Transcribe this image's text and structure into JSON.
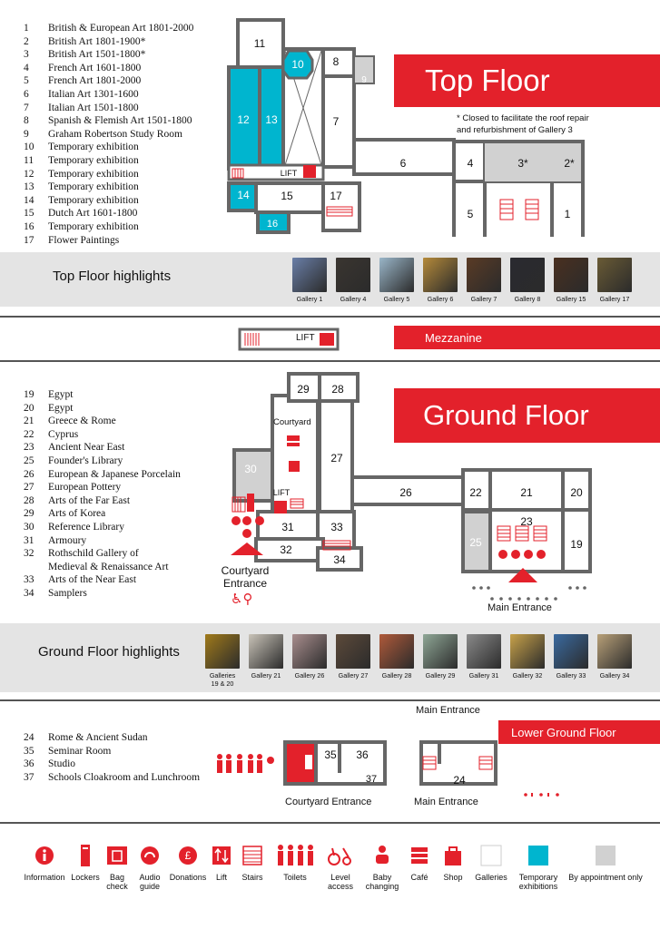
{
  "top_floor": {
    "banner": "Top Floor",
    "note": [
      "* Closed to facilitate the roof repair",
      "and refurbishment of Gallery 3"
    ],
    "galleries": [
      {
        "num": "1",
        "name": "British & European Art  1801-2000"
      },
      {
        "num": "2",
        "name": "British Art  1801-1900*"
      },
      {
        "num": "3",
        "name": "British Art  1501-1800*"
      },
      {
        "num": "4",
        "name": "French Art  1601-1800"
      },
      {
        "num": "5",
        "name": "French Art  1801-2000"
      },
      {
        "num": "6",
        "name": "Italian Art  1301-1600"
      },
      {
        "num": "7",
        "name": "Italian Art  1501-1800"
      },
      {
        "num": "8",
        "name": "Spanish & Flemish Art  1501-1800"
      },
      {
        "num": "9",
        "name": "Graham Robertson Study Room"
      },
      {
        "num": "10",
        "name": "Temporary exhibition"
      },
      {
        "num": "11",
        "name": "Temporary exhibition"
      },
      {
        "num": "12",
        "name": "Temporary exhibition"
      },
      {
        "num": "13",
        "name": "Temporary exhibition"
      },
      {
        "num": "14",
        "name": "Temporary exhibition"
      },
      {
        "num": "15",
        "name": "Dutch Art  1601-1800"
      },
      {
        "num": "16",
        "name": "Temporary exhibition"
      },
      {
        "num": "17",
        "name": "Flower Paintings"
      }
    ],
    "highlights_title": "Top Floor highlights",
    "highlights": [
      {
        "caption": "Gallery 1",
        "color": "#6a7fa8"
      },
      {
        "caption": "Gallery 4",
        "color": "#3a3530"
      },
      {
        "caption": "Gallery 5",
        "color": "#9ab6c9"
      },
      {
        "caption": "Gallery 6",
        "color": "#b58a3a"
      },
      {
        "caption": "Gallery 7",
        "color": "#5a3b25"
      },
      {
        "caption": "Gallery 8",
        "color": "#2a2a30"
      },
      {
        "caption": "Gallery 15",
        "color": "#4a3020"
      },
      {
        "caption": "Gallery 17",
        "color": "#6a5b35"
      }
    ]
  },
  "mezzanine": {
    "banner": "Mezzanine",
    "lift": "LIFT"
  },
  "ground_floor": {
    "banner": "Ground Floor",
    "galleries": [
      {
        "num": "19",
        "name": "Egypt"
      },
      {
        "num": "20",
        "name": "Egypt"
      },
      {
        "num": "21",
        "name": "Greece & Rome"
      },
      {
        "num": "22",
        "name": "Cyprus"
      },
      {
        "num": "23",
        "name": "Ancient Near East"
      },
      {
        "num": "25",
        "name": "Founder's Library"
      },
      {
        "num": "26",
        "name": "European & Japanese Porcelain"
      },
      {
        "num": "27",
        "name": "European Pottery"
      },
      {
        "num": "28",
        "name": "Arts of the Far East"
      },
      {
        "num": "29",
        "name": "Arts of Korea"
      },
      {
        "num": "30",
        "name": "Reference Library"
      },
      {
        "num": "31",
        "name": "Armoury"
      },
      {
        "num": "32",
        "name": "Rothschild Gallery of"
      },
      {
        "num": "",
        "name": "Medieval & Renaissance Art"
      },
      {
        "num": "33",
        "name": "Arts of the Near East"
      },
      {
        "num": "34",
        "name": "Samplers"
      }
    ],
    "courtyard": "Courtyard",
    "courtyard_entrance": [
      "Courtyard",
      "Entrance"
    ],
    "main_entrance": "Main Entrance",
    "lift": "LIFT",
    "highlights_title": "Ground Floor highlights",
    "highlights": [
      {
        "caption": "Galleries 19 & 20",
        "color": "#a07a1a"
      },
      {
        "caption": "Gallery 21",
        "color": "#c9c3b8"
      },
      {
        "caption": "Gallery 26",
        "color": "#a98e8e"
      },
      {
        "caption": "Gallery 27",
        "color": "#5d4a3a"
      },
      {
        "caption": "Gallery 28",
        "color": "#b05a3a"
      },
      {
        "caption": "Gallery 29",
        "color": "#8fa796"
      },
      {
        "caption": "Gallery 31",
        "color": "#8a8a8a"
      },
      {
        "caption": "Gallery 32",
        "color": "#c8a24a"
      },
      {
        "caption": "Gallery 33",
        "color": "#3a6aa0"
      },
      {
        "caption": "Gallery 34",
        "color": "#b8a078"
      }
    ]
  },
  "lower_ground": {
    "banner": "Lower Ground Floor",
    "galleries": [
      {
        "num": "24",
        "name": "Rome & Ancient Sudan"
      },
      {
        "num": "35",
        "name": "Seminar Room"
      },
      {
        "num": "36",
        "name": "Studio"
      },
      {
        "num": "37",
        "name": "Schools Cloakroom and Lunchroom"
      }
    ],
    "courtyard_entrance": "Courtyard Entrance",
    "main_entrance": "Main Entrance",
    "main_entrance_top": "Main Entrance"
  },
  "key": [
    {
      "label": "Information",
      "icon": "info-icon"
    },
    {
      "label": "Lockers",
      "icon": "locker-icon"
    },
    {
      "label": "Bag check",
      "icon": "bag-check-icon"
    },
    {
      "label": "Audio guide",
      "icon": "audio-guide-icon"
    },
    {
      "label": "Donations",
      "icon": "donations-icon"
    },
    {
      "label": "Lift",
      "icon": "lift-icon"
    },
    {
      "label": "Stairs",
      "icon": "stairs-icon"
    },
    {
      "label": "Toilets",
      "icon": "toilets-icon"
    },
    {
      "label": "Level access",
      "icon": "level-access-icon"
    },
    {
      "label": "Baby changing",
      "icon": "baby-changing-icon"
    },
    {
      "label": "Café",
      "icon": "cafe-icon"
    },
    {
      "label": "Shop",
      "icon": "shop-icon"
    },
    {
      "label": "Galleries",
      "icon": "galleries-swatch"
    },
    {
      "label": "Temporary exhibitions",
      "icon": "temporary-swatch"
    },
    {
      "label": "By appointment only",
      "icon": "appointment-swatch"
    }
  ],
  "colors": {
    "red": "#e3212b",
    "teal": "#00b5cf",
    "wall": "#666666",
    "gray_room": "#d1d1d1"
  }
}
